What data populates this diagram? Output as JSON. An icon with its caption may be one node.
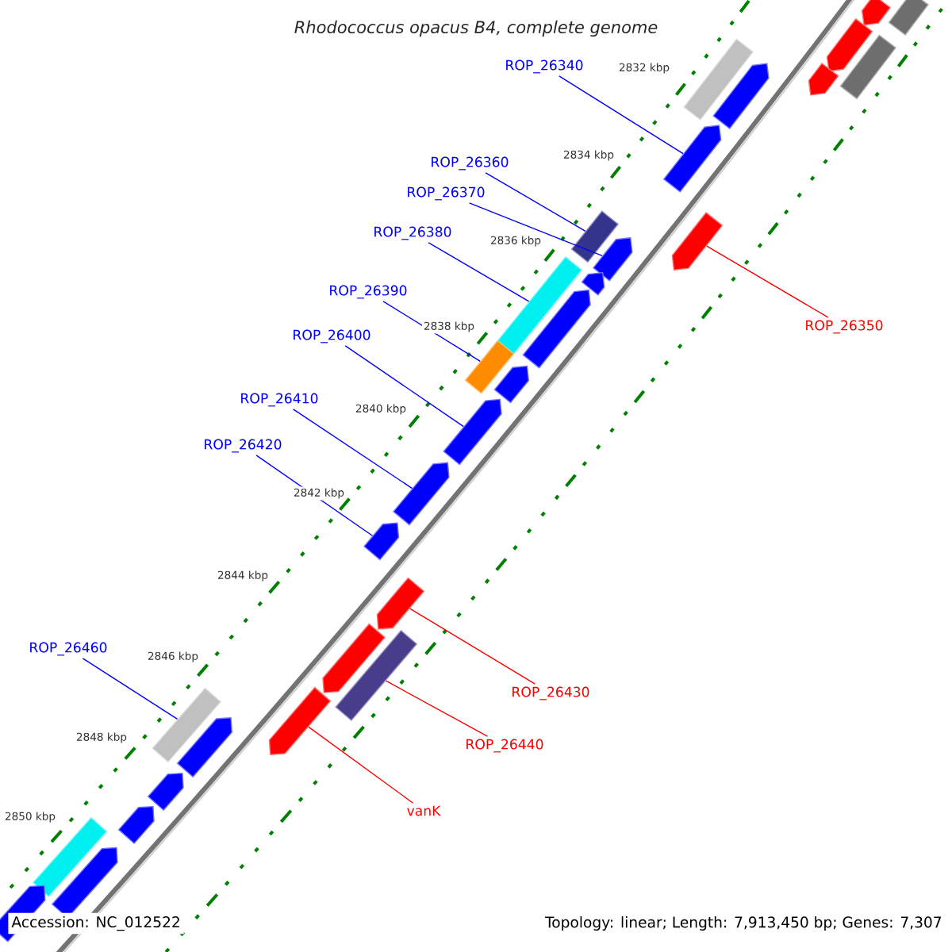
{
  "diagram": {
    "title": "Rhodococcus opacus B4, complete genome",
    "nodes": [
      {
        "text": [
          "ROP_26340"
        ]
      },
      {
        "text": [
          "ROP_26360"
        ]
      },
      {
        "text": [
          "ROP_26370"
        ]
      },
      {
        "text": [
          "ROP_26380"
        ]
      },
      {
        "text": [
          "ROP_26390"
        ]
      },
      {
        "text": [
          "ROP_26350"
        ]
      },
      {
        "text": [
          "ROP_26400"
        ]
      },
      {
        "text": [
          "ROP_26410"
        ]
      },
      {
        "text": [
          "ROP_26420"
        ]
      },
      {
        "text": [
          "ROP_26460"
        ]
      },
      {
        "text": [
          "ROP_26430"
        ]
      },
      {
        "text": [
          "ROP_26440"
        ]
      },
      {
        "text": [
          "vanK"
        ]
      },
      {
        "text": [],
        "shape": "box"
      },
      {
        "text": [],
        "shape": "arrow"
      },
      {
        "text": [],
        "shape": "arrow"
      },
      {
        "text": [],
        "shape": "box"
      },
      {
        "text": [],
        "shape": "arrow"
      },
      {
        "text": [],
        "shape": "box"
      },
      {
        "text": [],
        "shape": "arrow"
      },
      {
        "text": [],
        "shape": "arrow"
      },
      {
        "text": [],
        "shape": "arrow"
      },
      {
        "text": [],
        "shape": "box"
      },
      {
        "text": [],
        "shape": "arrow"
      },
      {
        "text": [],
        "shape": "arrow"
      },
      {
        "text": [],
        "shape": "box"
      },
      {
        "text": [],
        "shape": "arrow"
      },
      {
        "text": [],
        "shape": "box"
      },
      {
        "text": [],
        "shape": "arrow"
      },
      {
        "text": [],
        "shape": "arrow"
      },
      {
        "text": [],
        "shape": "arrow"
      },
      {
        "text": [],
        "shape": "arrow"
      },
      {
        "text": [],
        "shape": "arrow"
      },
      {
        "text": [],
        "shape": "arrow"
      },
      {
        "text": [],
        "shape": "box"
      },
      {
        "text": [],
        "shape": "arrow"
      },
      {
        "text": [],
        "shape": "box"
      },
      {
        "text": [],
        "shape": "arrow"
      },
      {
        "text": [],
        "shape": "arrow"
      },
      {
        "text": [],
        "shape": "arrow"
      },
      {
        "text": [],
        "shape": "box"
      },
      {
        "text": [],
        "shape": "arrow"
      },
      {
        "text": [],
        "shape": "arrow"
      }
    ],
    "edges": [
      {
        "from": 0,
        "to": 20,
        "arrow": "none"
      },
      {
        "from": 1,
        "to": 22,
        "arrow": "none"
      },
      {
        "from": 2,
        "to": 23,
        "arrow": "none"
      },
      {
        "from": 3,
        "to": 25,
        "arrow": "none"
      },
      {
        "from": 4,
        "to": 27,
        "arrow": "none"
      },
      {
        "from": 5,
        "to": 21,
        "arrow": "none",
        "color": "#ff0000"
      },
      {
        "from": 6,
        "to": 29,
        "arrow": "none"
      },
      {
        "from": 7,
        "to": 30,
        "arrow": "none"
      },
      {
        "from": 8,
        "to": 31,
        "arrow": "none"
      },
      {
        "from": 9,
        "to": 36,
        "arrow": "none"
      },
      {
        "from": 10,
        "to": 32,
        "arrow": "none",
        "color": "#ff0000"
      },
      {
        "from": 11,
        "to": 34,
        "arrow": "none",
        "color": "#ff0000"
      },
      {
        "from": 12,
        "to": 35,
        "arrow": "none",
        "color": "#ff0000"
      }
    ],
    "labels": [
      "2832 kbp",
      "2834 kbp",
      "2836 kbp",
      "2838 kbp",
      "2840 kbp",
      "2842 kbp",
      "2844 kbp",
      "2846 kbp",
      "2848 kbp",
      "2850 kbp",
      "Accession: NC_012522",
      "Topology: linear; Length: 7,913,450 bp; Genes: 7,307"
    ]
  }
}
